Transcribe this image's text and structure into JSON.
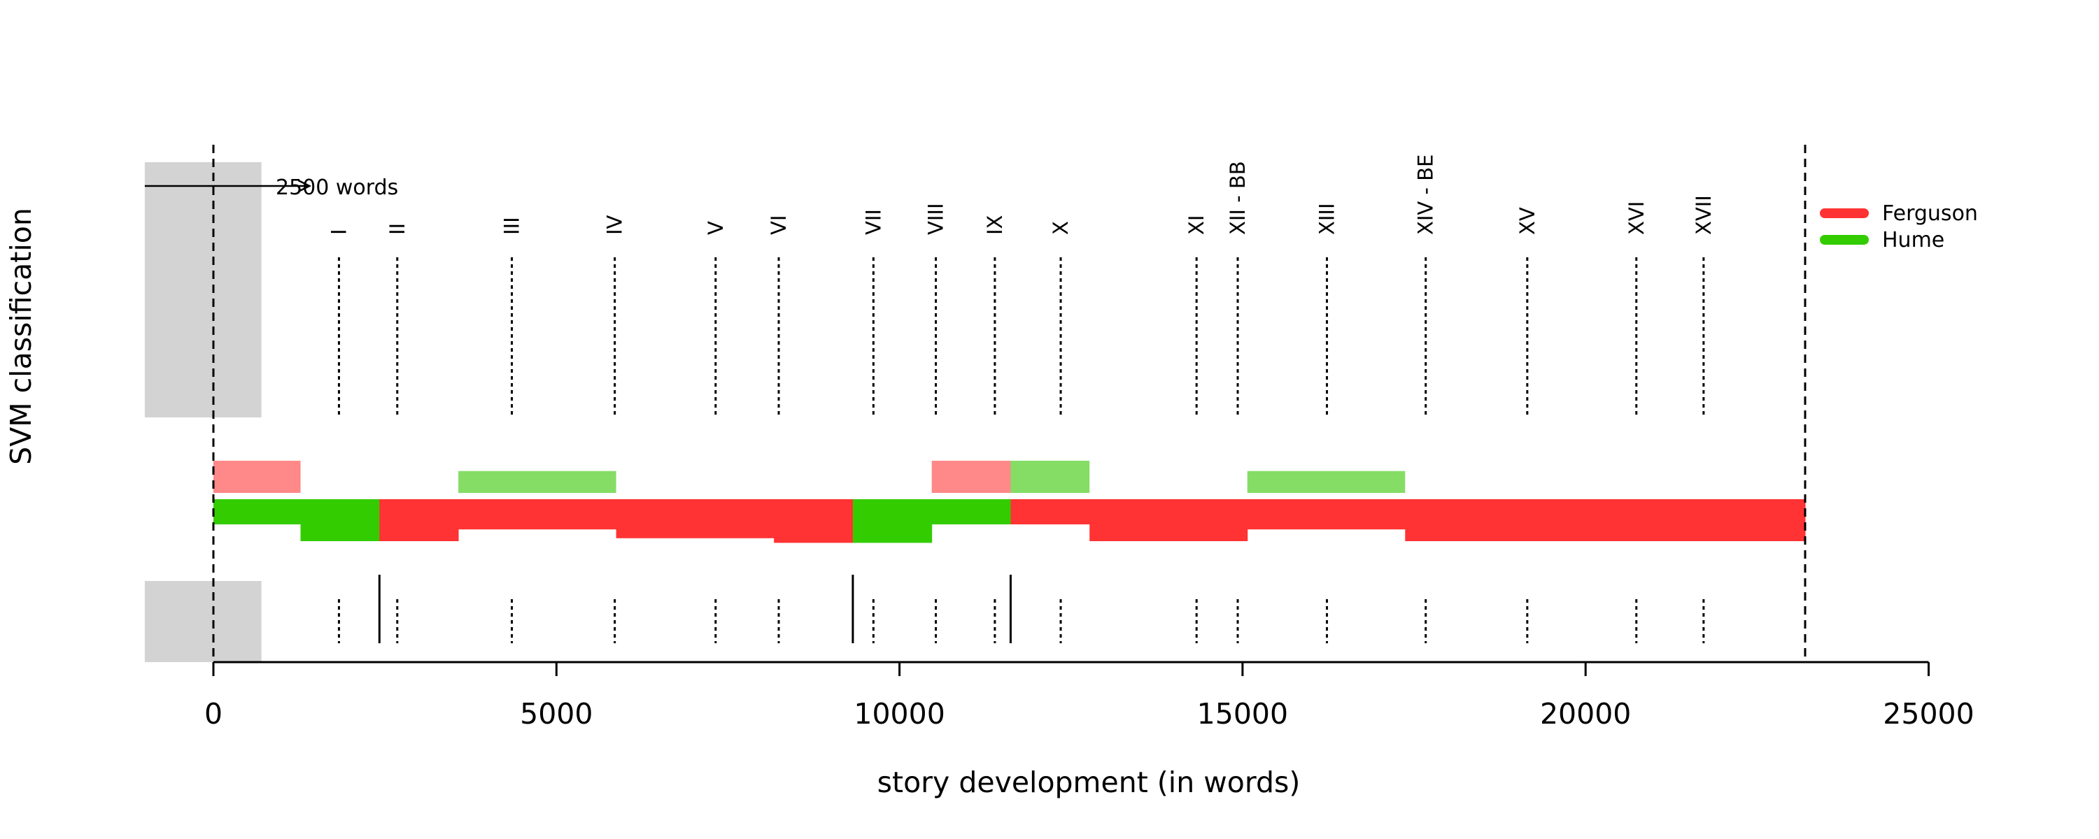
{
  "chart_data": {
    "type": "bar",
    "xlabel": "story development (in words)",
    "ylabel": "SVM classification",
    "xlim": [
      -1000,
      25000
    ],
    "xticks": [
      0,
      5000,
      10000,
      15000,
      20000,
      25000
    ],
    "xtick_labels": [
      "0",
      "5000",
      "10000",
      "15000",
      "20000",
      "25000"
    ],
    "text_length_words": 23200,
    "window_annotation": "2500 words",
    "window_words": 2500,
    "chapters": [
      {
        "label": "I",
        "x": 1830
      },
      {
        "label": "II",
        "x": 2680
      },
      {
        "label": "III",
        "x": 4350
      },
      {
        "label": "IV",
        "x": 5850
      },
      {
        "label": "V",
        "x": 7320
      },
      {
        "label": "VI",
        "x": 8240
      },
      {
        "label": "VII",
        "x": 9620
      },
      {
        "label": "VIII",
        "x": 10530
      },
      {
        "label": "IX",
        "x": 11390
      },
      {
        "label": "X",
        "x": 12350
      },
      {
        "label": "XI",
        "x": 14330
      },
      {
        "label": "XII - BB",
        "x": 14930
      },
      {
        "label": "XIII",
        "x": 16230
      },
      {
        "label": "XIV - BE",
        "x": 17670
      },
      {
        "label": "XV",
        "x": 19150
      },
      {
        "label": "XVI",
        "x": 20740
      },
      {
        "label": "XVII",
        "x": 21720
      }
    ],
    "segment_boundaries": [
      2420,
      9320,
      11620
    ],
    "series": [
      {
        "name": "Ferguson",
        "color": "#ff3333"
      },
      {
        "name": "Hume",
        "color": "#33cc00"
      }
    ],
    "segments": [
      {
        "from": 0,
        "to": 2420,
        "author": "Hume"
      },
      {
        "from": 2420,
        "to": 9320,
        "author": "Ferguson"
      },
      {
        "from": 9320,
        "to": 11620,
        "author": "Hume"
      },
      {
        "from": 11620,
        "to": 23200,
        "author": "Ferguson"
      }
    ],
    "windows": [
      {
        "from": 0,
        "to": 1270,
        "author": "Hume",
        "score": 0.6
      },
      {
        "from": 1270,
        "to": 2420,
        "author": "Hume",
        "score": 1.0
      },
      {
        "from": 2420,
        "to": 3570,
        "author": "Ferguson",
        "score": 1.0
      },
      {
        "from": 3570,
        "to": 5870,
        "author": "Ferguson",
        "score": 0.72
      },
      {
        "from": 5870,
        "to": 8170,
        "author": "Ferguson",
        "score": 0.93
      },
      {
        "from": 8170,
        "to": 9320,
        "author": "Ferguson",
        "score": 1.04
      },
      {
        "from": 9320,
        "to": 10470,
        "author": "Hume",
        "score": 1.04
      },
      {
        "from": 10470,
        "to": 11620,
        "author": "Hume",
        "score": 0.6
      },
      {
        "from": 11620,
        "to": 12770,
        "author": "Ferguson",
        "score": 0.6
      },
      {
        "from": 12770,
        "to": 15070,
        "author": "Ferguson",
        "score": 1.0
      },
      {
        "from": 15070,
        "to": 17370,
        "author": "Ferguson",
        "score": 0.72
      },
      {
        "from": 17370,
        "to": 23200,
        "author": "Ferguson",
        "score": 1.0
      }
    ],
    "secondary_bars": [
      {
        "from": 0,
        "to": 1270,
        "author": "Ferguson",
        "strength": 1.0
      },
      {
        "from": 3570,
        "to": 5870,
        "author": "Hume",
        "strength": 0.68
      },
      {
        "from": 10470,
        "to": 11620,
        "author": "Ferguson",
        "strength": 1.0
      },
      {
        "from": 11620,
        "to": 12770,
        "author": "Hume",
        "strength": 1.0
      },
      {
        "from": 15070,
        "to": 17370,
        "author": "Hume",
        "strength": 0.68
      }
    ],
    "legend_position": "top-right",
    "grid": false
  }
}
